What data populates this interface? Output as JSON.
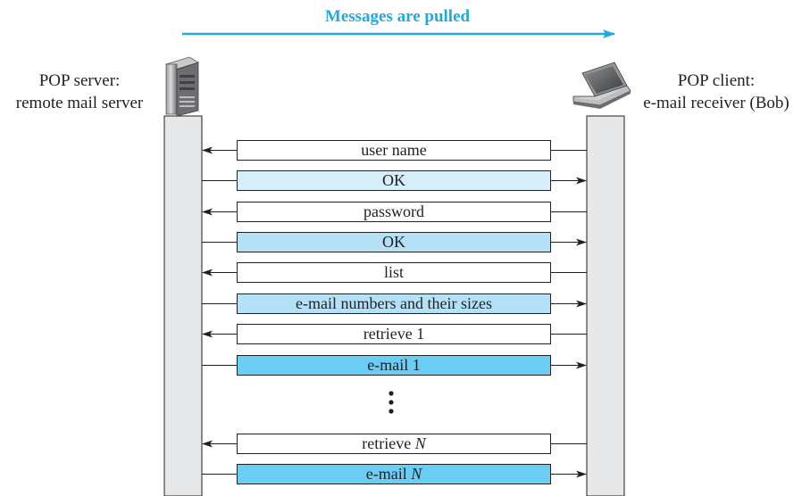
{
  "title": "Messages are pulled",
  "server": {
    "line1": "POP server:",
    "line2": "remote mail server",
    "icon": "server-tower-icon"
  },
  "client": {
    "line1": "POP client:",
    "line2": "e-mail receiver (Bob)",
    "icon": "laptop-icon"
  },
  "colors": {
    "title": "#1fa9df",
    "bar": "#e6e7e8",
    "plain": "#ffffff",
    "light_blue": "#d6eefa",
    "mid_blue": "#b5e1f6",
    "bright_blue": "#69cdf4"
  },
  "messages": [
    {
      "text": "user name",
      "direction": "to-server",
      "fill": "plain"
    },
    {
      "text": "OK",
      "direction": "to-client",
      "fill": "light_blue"
    },
    {
      "text": "password",
      "direction": "to-server",
      "fill": "plain"
    },
    {
      "text": "OK",
      "direction": "to-client",
      "fill": "mid_blue"
    },
    {
      "text": "list",
      "direction": "to-server",
      "fill": "plain"
    },
    {
      "text": "e-mail numbers and their sizes",
      "direction": "to-client",
      "fill": "mid_blue"
    },
    {
      "text": "retrieve 1",
      "direction": "to-server",
      "fill": "plain"
    },
    {
      "text": "e-mail 1",
      "direction": "to-client",
      "fill": "bright_blue"
    },
    {
      "text": "retrieve ",
      "italic": "N",
      "direction": "to-server",
      "fill": "plain"
    },
    {
      "text": "e-mail ",
      "italic": "N",
      "direction": "to-client",
      "fill": "bright_blue"
    }
  ],
  "ellipsis": "vertical-ellipsis"
}
